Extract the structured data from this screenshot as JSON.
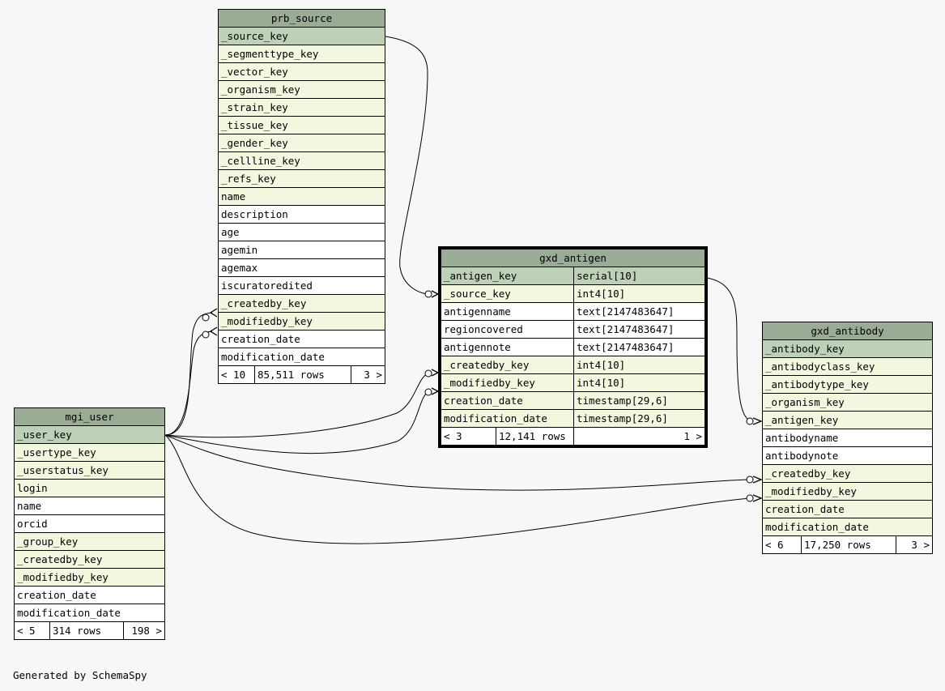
{
  "footer": "Generated by SchemaSpy",
  "prb_source": {
    "title": "prb_source",
    "rows": [
      {
        "name": "_source_key",
        "kind": "pk"
      },
      {
        "name": "_segmenttype_key",
        "kind": "fk"
      },
      {
        "name": "_vector_key",
        "kind": "fk"
      },
      {
        "name": "_organism_key",
        "kind": "fk"
      },
      {
        "name": "_strain_key",
        "kind": "fk"
      },
      {
        "name": "_tissue_key",
        "kind": "fk"
      },
      {
        "name": "_gender_key",
        "kind": "fk"
      },
      {
        "name": "_cellline_key",
        "kind": "fk"
      },
      {
        "name": "_refs_key",
        "kind": "fk"
      },
      {
        "name": "name",
        "kind": "fk"
      },
      {
        "name": "description",
        "kind": "plain"
      },
      {
        "name": "age",
        "kind": "plain"
      },
      {
        "name": "agemin",
        "kind": "plain"
      },
      {
        "name": "agemax",
        "kind": "plain"
      },
      {
        "name": "iscuratoredited",
        "kind": "plain"
      },
      {
        "name": "_createdby_key",
        "kind": "fk"
      },
      {
        "name": "_modifiedby_key",
        "kind": "fk"
      },
      {
        "name": "creation_date",
        "kind": "plain"
      },
      {
        "name": "modification_date",
        "kind": "plain"
      }
    ],
    "footer": {
      "parents": "< 10",
      "rows": "85,511 rows",
      "children": "3 >"
    }
  },
  "gxd_antigen": {
    "title": "gxd_antigen",
    "rows": [
      {
        "name": "_antigen_key",
        "type": "serial[10]",
        "kind": "pk"
      },
      {
        "name": "_source_key",
        "type": "int4[10]",
        "kind": "fk"
      },
      {
        "name": "antigenname",
        "type": "text[2147483647]",
        "kind": "plain"
      },
      {
        "name": "regioncovered",
        "type": "text[2147483647]",
        "kind": "plain"
      },
      {
        "name": "antigennote",
        "type": "text[2147483647]",
        "kind": "plain"
      },
      {
        "name": "_createdby_key",
        "type": "int4[10]",
        "kind": "fk"
      },
      {
        "name": "_modifiedby_key",
        "type": "int4[10]",
        "kind": "fk"
      },
      {
        "name": "creation_date",
        "type": "timestamp[29,6]",
        "kind": "fk"
      },
      {
        "name": "modification_date",
        "type": "timestamp[29,6]",
        "kind": "fk"
      }
    ],
    "footer": {
      "parents": "< 3",
      "rows": "12,141 rows",
      "children": "1 >"
    }
  },
  "gxd_antibody": {
    "title": "gxd_antibody",
    "rows": [
      {
        "name": "_antibody_key",
        "kind": "pk"
      },
      {
        "name": "_antibodyclass_key",
        "kind": "fk"
      },
      {
        "name": "_antibodytype_key",
        "kind": "fk"
      },
      {
        "name": "_organism_key",
        "kind": "fk"
      },
      {
        "name": "_antigen_key",
        "kind": "fk"
      },
      {
        "name": "antibodyname",
        "kind": "plain"
      },
      {
        "name": "antibodynote",
        "kind": "plain"
      },
      {
        "name": "_createdby_key",
        "kind": "fk"
      },
      {
        "name": "_modifiedby_key",
        "kind": "fk"
      },
      {
        "name": "creation_date",
        "kind": "fk"
      },
      {
        "name": "modification_date",
        "kind": "fk"
      }
    ],
    "footer": {
      "parents": "< 6",
      "rows": "17,250 rows",
      "children": "3 >"
    }
  },
  "mgi_user": {
    "title": "mgi_user",
    "rows": [
      {
        "name": "_user_key",
        "kind": "pk"
      },
      {
        "name": "_usertype_key",
        "kind": "fk"
      },
      {
        "name": "_userstatus_key",
        "kind": "fk"
      },
      {
        "name": "login",
        "kind": "fk"
      },
      {
        "name": "name",
        "kind": "plain"
      },
      {
        "name": "orcid",
        "kind": "plain"
      },
      {
        "name": "_group_key",
        "kind": "fk"
      },
      {
        "name": "_createdby_key",
        "kind": "fk"
      },
      {
        "name": "_modifiedby_key",
        "kind": "fk"
      },
      {
        "name": "creation_date",
        "kind": "plain"
      },
      {
        "name": "modification_date",
        "kind": "plain"
      }
    ],
    "footer": {
      "parents": "< 5",
      "rows": "314 rows",
      "children": "198 >"
    }
  }
}
